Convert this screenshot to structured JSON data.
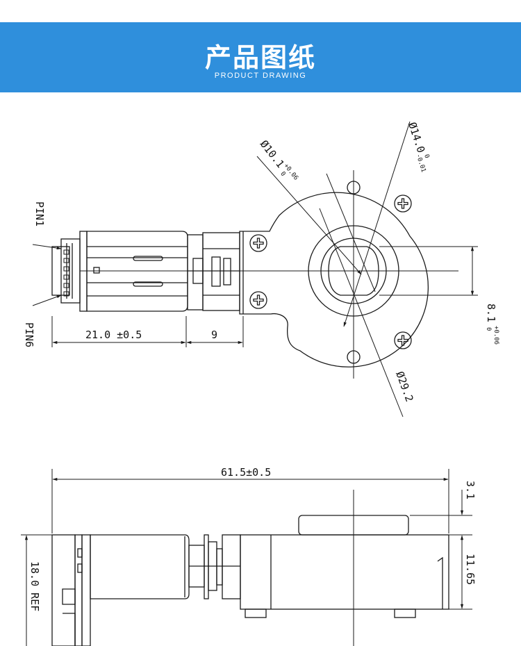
{
  "header": {
    "title": "产品图纸",
    "subtitle": "PRODUCT DRAWING"
  },
  "colors": {
    "banner": "#2f8fdc",
    "line": "#1a1a1a"
  },
  "drawing": {
    "front_view": {
      "pin_top": "PIN1",
      "pin_bottom": "PIN6",
      "dim_motor": "21.0  ±0.5",
      "dim_gear": "9",
      "dim_bore": "Ø10.1",
      "dim_bore_tol_upper": "+0.06",
      "dim_bore_tol_lower": "0",
      "dim_shaft": "Ø14.0",
      "dim_shaft_tol_upper": "0",
      "dim_shaft_tol_lower": "-0.01",
      "dim_flat": "8.1",
      "dim_flat_tol_upper": "+0.06",
      "dim_flat_tol_lower": "0",
      "dim_outer": "Ø29.2"
    },
    "side_view": {
      "dim_length": "61.5±0.5",
      "dim_boss": "3.1",
      "dim_body": "11.65",
      "dim_ref": "18.0  REF"
    }
  }
}
